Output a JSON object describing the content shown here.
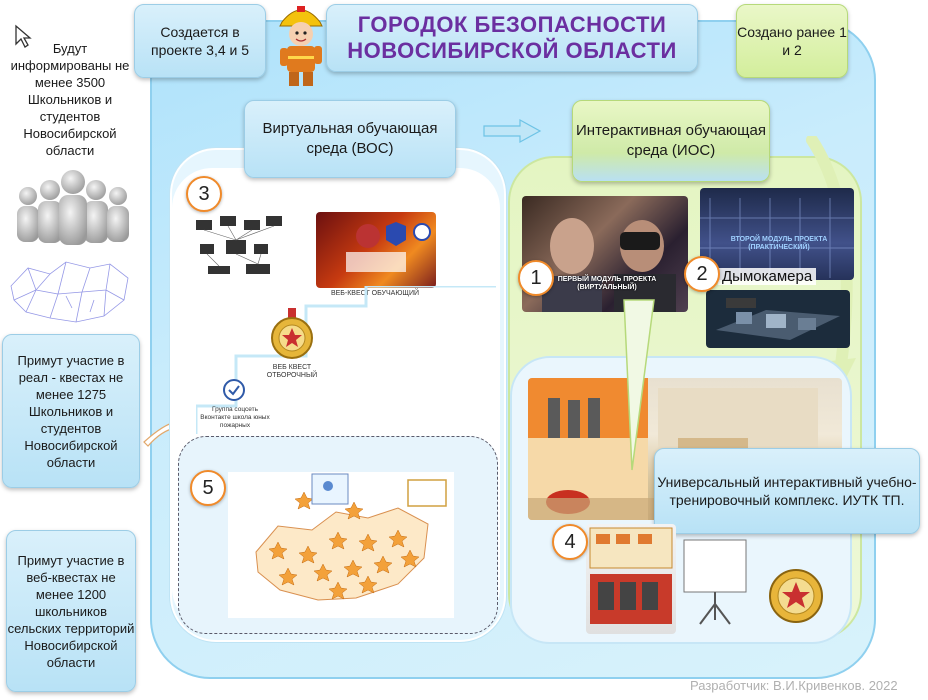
{
  "title": {
    "line1": "ГОРОДОК БЕЗОПАСНОСТИ",
    "line2": "НОВОСИБИРСКОЙ ОБЛАСТИ"
  },
  "top_left_box": "Создается в проекте 3,4 и 5",
  "top_right_box": "Создано ранее 1 и 2",
  "left_info": {
    "students": "Будут информированы не менее 3500 Школьников  и студентов Новосибирской области",
    "quests": "Примут участие в реал - квестах не менее 1275 Школьников и студентов Новосибирской области",
    "web_quests": "Примут участие в веб-квестах не менее 1200 школьников сельских территорий Новосибирской области"
  },
  "voc": {
    "label": "Виртуальная обучающая среда (ВОС)"
  },
  "ioc": {
    "label": "Интерактивная обучающая среда (ИОС)"
  },
  "numbers": [
    "1",
    "2",
    "3",
    "4",
    "5"
  ],
  "photo_labels": {
    "module1": "ПЕРВЫЙ МОДУЛЬ ПРОЕКТА (ВИРТУАЛЬНЫЙ)",
    "module2": "ВТОРОЙ МОДУЛЬ ПРОЕКТА (ПРАКТИЧЕСКИЙ)",
    "smoke": "Дымокамера",
    "webquest_training": "ВЕБ-КВЕСТ ОБУЧАЮЩИЙ",
    "webquest_selection": "ВЕБ КВЕСТ ОТБОРОЧНЫЙ",
    "vk_group": "Группа соцсеть Вконтакте школа юных пожарных"
  },
  "iutk": "Универсальный интерактивный учебно-тренировочный комплекс. ИУТК ТП.",
  "developer": "Разработчик:  В.И.Кривенков. 2022",
  "colors": {
    "accent_blue": "#b8e2f6",
    "accent_green": "#d3ee9c",
    "title_purple": "#6b2fa0",
    "number_border": "#f08a2a"
  }
}
